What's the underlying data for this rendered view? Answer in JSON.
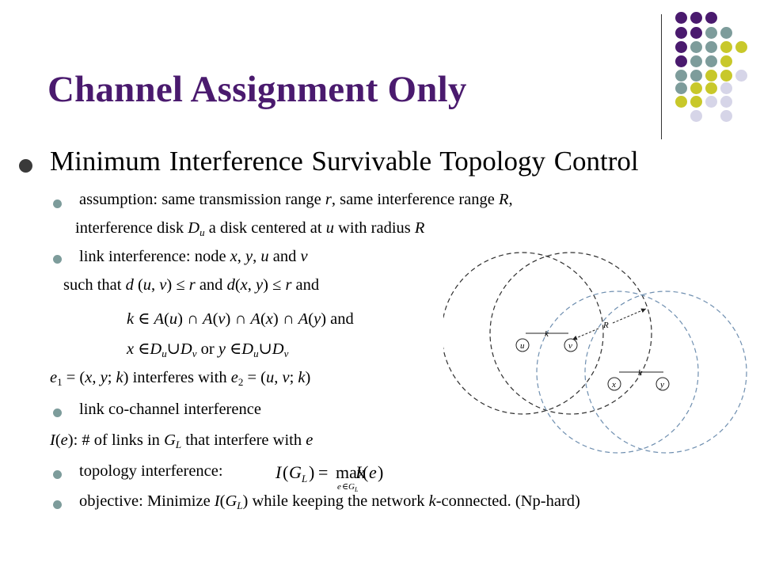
{
  "slide": {
    "title": "Channel Assignment Only",
    "heading": "Minimum Interference Survivable Topology Control",
    "assumption": {
      "a1": "assumption: same transmission range ",
      "a2": "r",
      "a3": ", same interference range ",
      "a4": "R",
      "a5": ","
    },
    "disk": {
      "d1": "interference disk ",
      "d2": "D",
      "d3": "u",
      "d4": " a disk centered at ",
      "d5": "u",
      "d6": " with radius ",
      "d7": "R"
    },
    "link_interference": {
      "l1": "link interference: node ",
      "l2": "x",
      "l3": ", ",
      "l4": "y",
      "l5": ", ",
      "l6": "u",
      "l7": " and ",
      "l8": "v"
    },
    "such_that": {
      "s1": "such that ",
      "s2": "d",
      "s3": " (",
      "s4": "u",
      "s5": ", ",
      "s6": "v",
      "s7": ") ≤ ",
      "s8": "r",
      "s9": " and ",
      "s10": "d",
      "s11": "(",
      "s12": "x",
      "s13": ", ",
      "s14": "y",
      "s15": ") ≤ ",
      "s16": "r",
      "s17": "  and"
    },
    "k_line": {
      "k1": "k",
      "k2": " ∈ ",
      "k3": "A",
      "k4": "(",
      "k5": "u",
      "k6": ") ∩ ",
      "k7": "A",
      "k8": "(",
      "k9": "v",
      "k10": ") ∩ ",
      "k11": "A",
      "k12": "(",
      "k13": "x",
      "k14": ") ∩ ",
      "k15": "A",
      "k16": "(",
      "k17": "y",
      "k18": ") and"
    },
    "x_line": {
      "x1": "x",
      "x2": " ∈",
      "x3": "D",
      "x4": "u",
      "x5": "∪",
      "x6": "D",
      "x7": "v",
      "x8": " or ",
      "x9": "y",
      "x10": " ∈",
      "x11": "D",
      "x12": "u",
      "x13": "∪",
      "x14": "D",
      "x15": "v"
    },
    "e_line": {
      "e1": "e",
      "e2": "1",
      "e3": " = (",
      "e4": "x",
      "e5": ", ",
      "e6": "y",
      "e7": "; ",
      "e8": "k",
      "e9": ") interferes with ",
      "e10": "e",
      "e11": "2",
      "e12": " = (",
      "e13": "u",
      "e14": ", ",
      "e15": "v",
      "e16": "; ",
      "e17": "k",
      "e18": ")"
    },
    "cochannel": "link co-channel interference",
    "ie_line": {
      "i1": "I",
      "i2": "(",
      "i3": "e",
      "i4": "):  # of links in ",
      "i5": "G",
      "i6": "L",
      "i7": " that interfere with ",
      "i8": "e"
    },
    "topology": "topology interference:",
    "formula": {
      "lhs_I": "I",
      "lhs_open": "(",
      "lhs_G": "G",
      "lhs_sub": "L",
      "lhs_close": ")",
      "eq": "=",
      "max": "max",
      "under_e": "e",
      "under_in": "∈",
      "under_G": "G",
      "under_L": "L",
      "rhs_I": "I",
      "rhs_open": "(",
      "rhs_e": "e",
      "rhs_close": ")"
    },
    "objective": {
      "o1": "objective: Minimize ",
      "o2": "I",
      "o3": "(",
      "o4": "G",
      "o5": "L",
      "o6": ") while keeping the network ",
      "o7": "k",
      "o8": "-connected. (Np-hard)"
    },
    "diagram": {
      "node_u": "u",
      "node_v": "v",
      "node_x": "x",
      "node_y": "y",
      "label_k1": "k",
      "label_k2": "k",
      "label_R": "R"
    }
  },
  "colors": {
    "title": "#4a1a6e",
    "purple": "#4a1a6e",
    "teal": "#7d9c9b",
    "olive": "#c8c82a",
    "lavender": "#d6d5e8",
    "bullet_main": "#3a3a3a",
    "bullet_sub": "#7d9c9b",
    "circle_dark": "#2f2f2f",
    "circle_blue": "#6f8fb0"
  }
}
